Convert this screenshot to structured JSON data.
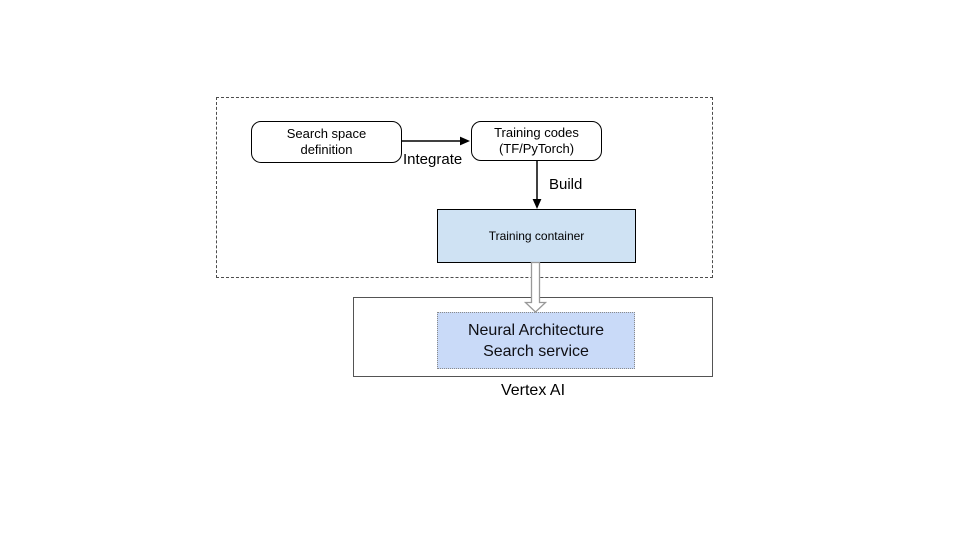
{
  "diagram": {
    "boxes": {
      "search_space": {
        "line1": "Search space",
        "line2": "definition"
      },
      "training_codes": {
        "line1": "Training codes",
        "line2": "(TF/PyTorch)"
      },
      "training_container": {
        "label": "Training container"
      },
      "nas_service": {
        "line1": "Neural Architecture",
        "line2": "Search service"
      }
    },
    "edges": {
      "integrate_label": "Integrate",
      "build_label": "Build"
    },
    "frames": {
      "vertex_ai_label": "Vertex AI"
    },
    "colors": {
      "training_container_fill": "#cfe2f3",
      "nas_service_fill": "#c9daf8",
      "box_border": "#000000",
      "frame_border": "#545454",
      "dashed_frame_border": "#4d4d4d",
      "hollow_arrow_stroke": "#999999",
      "hollow_arrow_fill": "#ffffff"
    }
  }
}
